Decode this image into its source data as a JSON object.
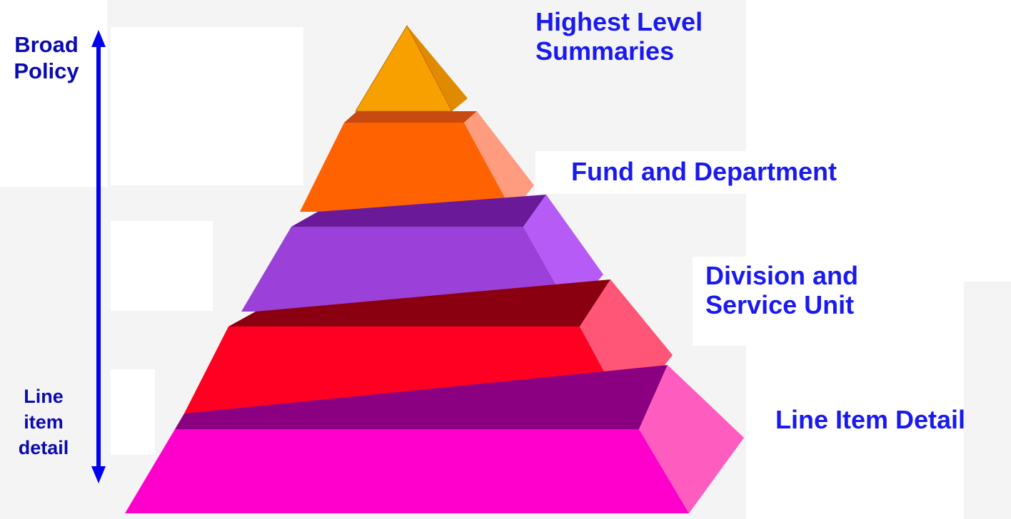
{
  "side_axis": {
    "top_label": "Broad\nPolicy",
    "bottom_label": "Line\nitem\ndetail",
    "arrow_color": "#0000ee"
  },
  "tiers": [
    {
      "label": "Highest Level\nSummaries",
      "front_color": "#f7a000",
      "side_color": "#e08a00",
      "top_color": "#ffb733"
    },
    {
      "label": "Fund and Department",
      "front_color": "#ff6200",
      "side_color": "#ff9c80",
      "top_color": "#c84a10"
    },
    {
      "label": "Division and\nService Unit",
      "front_color": "#9b40d8",
      "side_color": "#b65bf5",
      "top_color": "#6a1a98"
    },
    {
      "label": "",
      "front_color": "#ff0022",
      "side_color": "#ff5577",
      "top_color": "#8a0010"
    },
    {
      "label": "Line Item Detail",
      "front_color": "#ff00cc",
      "side_color": "#ff5cc0",
      "top_color": "#8a0080"
    }
  ]
}
